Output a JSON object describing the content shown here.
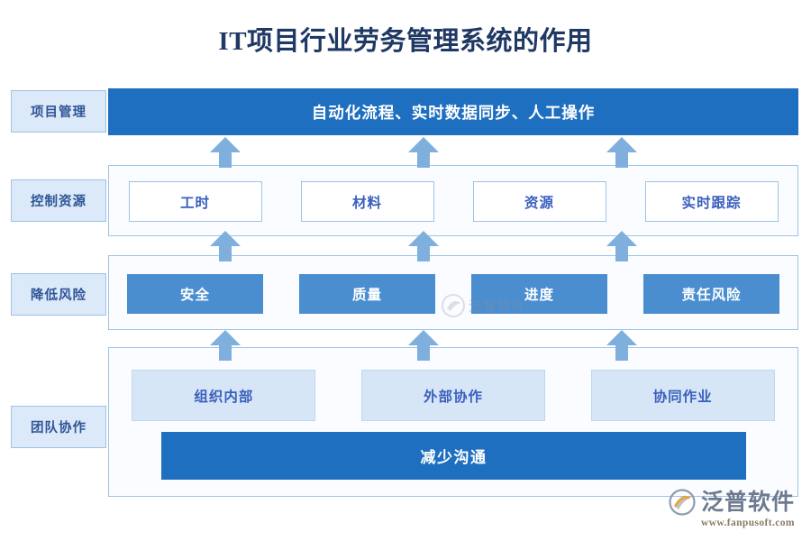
{
  "title": "IT项目行业劳务管理系统的作用",
  "colors": {
    "title_text": "#1f3864",
    "primary_blue": "#1f6fc0",
    "medium_blue": "#4a8ed0",
    "arrow_blue": "#7fb0dd",
    "pale_blue": "#d6e6f7",
    "label_fill": "#dbe9f8",
    "band_border": "#9dc3e6",
    "band_fill": "#fafcff",
    "cell_text_blue": "#3a5fbd",
    "logo_gray": "#6e7b8e",
    "logo_url": "#8c7a63"
  },
  "rows": [
    {
      "label": "项目管理",
      "style": "top-bar",
      "headline": "自动化流程、实时数据同步、人工操作",
      "cells": []
    },
    {
      "label": "控制资源",
      "style": "outline",
      "cells": [
        "工时",
        "材料",
        "资源",
        "实时跟踪"
      ]
    },
    {
      "label": "降低风险",
      "style": "solid",
      "cells": [
        "安全",
        "质量",
        "进度",
        "责任风险"
      ]
    },
    {
      "label": "团队协作",
      "style": "pale",
      "cells": [
        "组织内部",
        "外部协作",
        "协同作业"
      ],
      "footer_bar": "减少沟通"
    }
  ],
  "arrow_groups": 3,
  "arrows_per_group": 3,
  "watermark": {
    "text": "泛普软件"
  },
  "brand": {
    "name": "泛普软件",
    "url": "www.fanpusoft.com"
  }
}
